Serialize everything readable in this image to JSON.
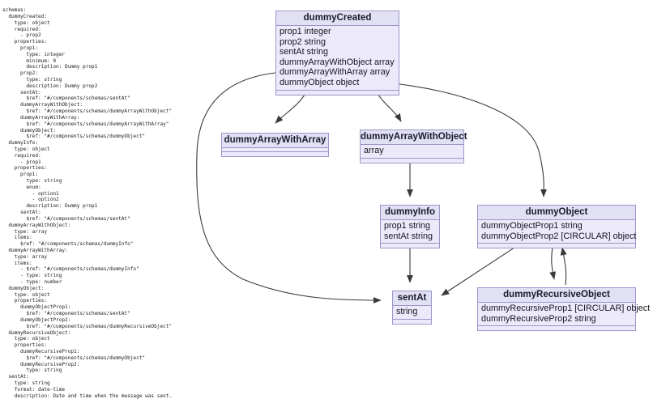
{
  "yaml_pane": {
    "name": "openapi-schemas-yaml",
    "text": "schemas:\n  dummyCreated:\n    type: object\n    required:\n      - prop2\n    properties:\n      prop1:\n        type: integer\n        minimum: 0\n        description: Dummy prop1\n      prop2:\n        type: string\n        description: Dummy prop2\n      sentAt:\n        $ref: \"#/components/schemas/sentAt\"\n      dummyArrayWithObject:\n        $ref: \"#/components/schemas/dummyArrayWithObject\"\n      dummyArrayWithArray:\n        $ref: \"#/components/schemas/dummyArrayWithArray\"\n      dummyObject:\n        $ref: \"#/components/schemas/dummyObject\"\n  dummyInfo:\n    type: object\n    required:\n      - prop1\n    properties:\n      prop1:\n        type: string\n        enum:\n          - option1\n          - option2\n        description: Dummy prop1\n      sentAt:\n        $ref: \"#/components/schemas/sentAt\"\n  dummyArrayWithObject:\n    type: array\n    items:\n      $ref: \"#/components/schemas/dummyInfo\"\n  dummyArrayWithArray:\n    type: array\n    items:\n      - $ref: \"#/components/schemas/dummyInfo\"\n      - type: string\n      - type: number\n  dummyObject:\n    type: object\n    properties:\n      dummyObjectProp1:\n        $ref: \"#/components/schemas/sentAt\"\n      dummyObjectProp2:\n        $ref: \"#/components/schemas/dummyRecursiveObject\"\n  dummyRecursiveObject:\n    type: object\n    properties:\n      dummyRecursiveProp1:\n        $ref: \"#/components/schemas/dummyObject\"\n      dummyRecursiveProp2:\n        type: string\n  sentAt:\n    type: string\n    format: date-time\n    description: Date and time when the message was sent."
  },
  "diagram": {
    "colors": {
      "node_fill": "#eceafa",
      "node_header_fill": "#e2e0f5",
      "node_border": "#9a97c8",
      "edge": "#3a3a3a",
      "text": "#15151f"
    },
    "nodes": [
      {
        "id": "dummyCreated",
        "title": "dummyCreated",
        "rows": [
          "prop1 integer",
          "prop2 string",
          "sentAt string",
          "dummyArrayWithObject array",
          "dummyArrayWithArray array",
          "dummyObject object"
        ]
      },
      {
        "id": "dummyArrayWithArray",
        "title": "dummyArrayWithArray",
        "rows": []
      },
      {
        "id": "dummyArrayWithObject",
        "title": "dummyArrayWithObject",
        "rows": [
          "array"
        ]
      },
      {
        "id": "dummyInfo",
        "title": "dummyInfo",
        "rows": [
          "prop1 string",
          "sentAt string"
        ]
      },
      {
        "id": "dummyObject",
        "title": "dummyObject",
        "rows": [
          "dummyObjectProp1 string",
          "dummyObjectProp2 [CIRCULAR] object"
        ]
      },
      {
        "id": "sentAt",
        "title": "sentAt",
        "rows": [
          "string"
        ]
      },
      {
        "id": "dummyRecursiveObject",
        "title": "dummyRecursiveObject",
        "rows": [
          "dummyRecursiveProp1 [CIRCULAR] object",
          "dummyRecursiveProp2 string"
        ]
      }
    ],
    "edges": [
      {
        "from": "dummyCreated",
        "to": "dummyArrayWithArray"
      },
      {
        "from": "dummyCreated",
        "to": "dummyArrayWithObject"
      },
      {
        "from": "dummyCreated",
        "to": "dummyObject"
      },
      {
        "from": "dummyCreated",
        "to": "sentAt"
      },
      {
        "from": "dummyArrayWithObject",
        "to": "dummyInfo"
      },
      {
        "from": "dummyInfo",
        "to": "sentAt"
      },
      {
        "from": "dummyObject",
        "to": "sentAt"
      },
      {
        "from": "dummyObject",
        "to": "dummyRecursiveObject"
      },
      {
        "from": "dummyRecursiveObject",
        "to": "dummyObject"
      }
    ]
  }
}
